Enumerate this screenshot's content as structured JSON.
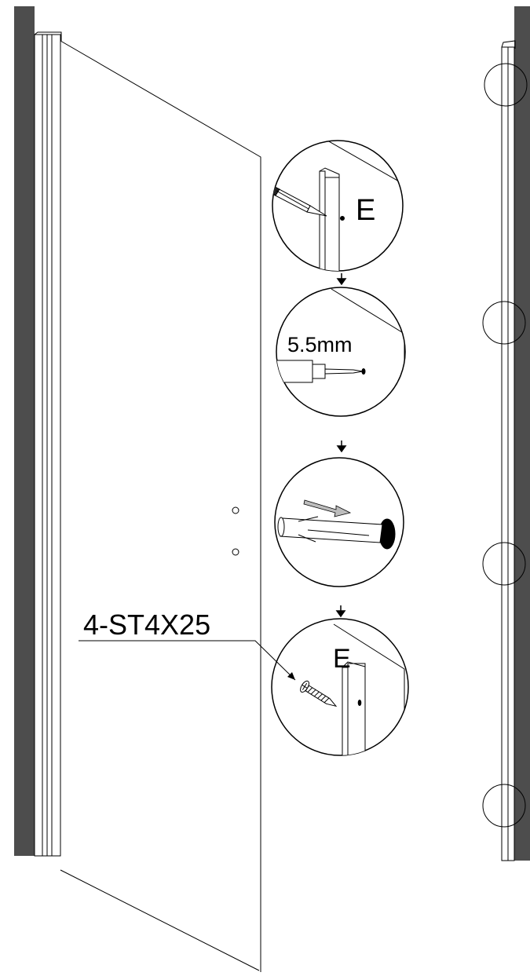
{
  "labels": {
    "step1_mark": "E",
    "step2_drill_size": "5.5mm",
    "step4_mark": "E",
    "screw_spec": "4-ST4X25"
  },
  "colors": {
    "frame_fill": "#4d4d4d",
    "line": "#000000",
    "background": "#ffffff",
    "arrow_hint": "#bdbdbd"
  },
  "icons": [
    "pencil-icon",
    "drill-icon",
    "wall-plug-icon",
    "screw-icon",
    "step-arrow-icon"
  ]
}
